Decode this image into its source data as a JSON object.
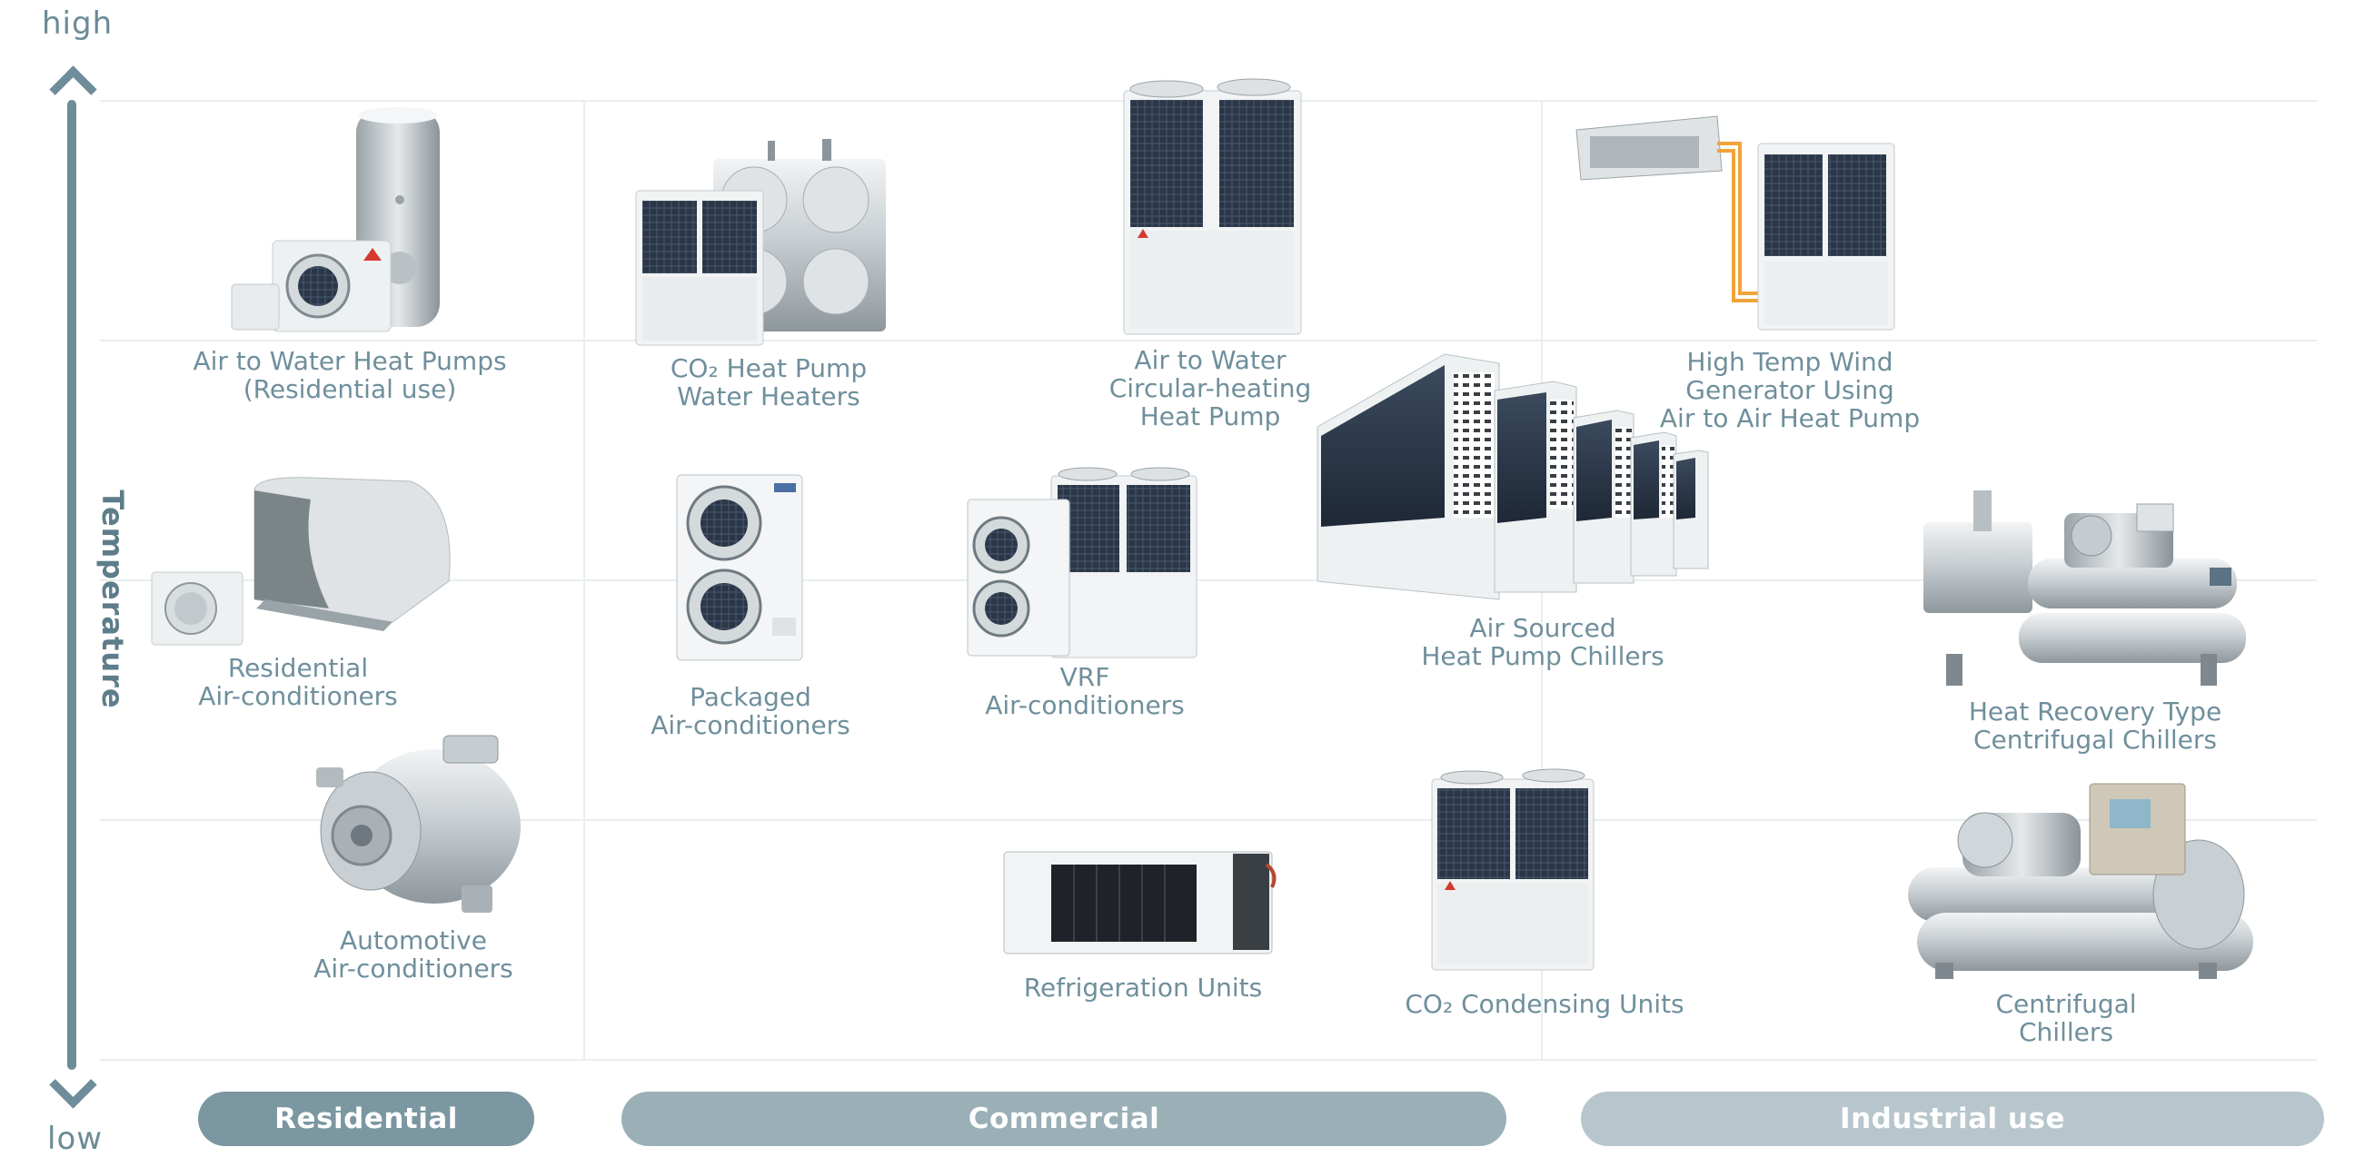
{
  "axis": {
    "label": "Temperature",
    "high": "high",
    "low": "low",
    "color": "#6e8c99"
  },
  "categories": [
    {
      "label": "Residential",
      "color": "#7b97a1"
    },
    {
      "label": "Commercial",
      "color": "#9bafb7"
    },
    {
      "label": "Industrial use",
      "color": "#b7c6cc"
    }
  ],
  "products": [
    {
      "name": "air-to-water-heat-pumps-residential",
      "lines": [
        "Air to Water Heat Pumps",
        "(Residential use)"
      ],
      "icon": "hot-water-tank-with-outdoor-unit-icon"
    },
    {
      "name": "co2-heat-pump-water-heaters",
      "lines": [
        "CO₂ Heat Pump",
        "Water Heaters"
      ],
      "icon": "heat-pump-with-storage-tanks-icon"
    },
    {
      "name": "air-to-water-circular-heating-heat-pump",
      "lines": [
        "Air to Water",
        "Circular-heating",
        "Heat Pump"
      ],
      "icon": "dual-fan-outdoor-unit-icon"
    },
    {
      "name": "high-temp-wind-generator",
      "lines": [
        "High Temp Wind",
        "Generator Using",
        "Air to Air Heat Pump"
      ],
      "icon": "ducted-unit-with-outdoor-unit-icon"
    },
    {
      "name": "residential-air-conditioners",
      "lines": [
        "Residential",
        "Air-conditioners"
      ],
      "icon": "split-wall-air-conditioner-icon"
    },
    {
      "name": "packaged-air-conditioners",
      "lines": [
        "Packaged",
        "Air-conditioners"
      ],
      "icon": "twin-fan-condenser-icon"
    },
    {
      "name": "vrf-air-conditioners",
      "lines": [
        "VRF",
        "Air-conditioners"
      ],
      "icon": "vrf-outdoor-units-icon"
    },
    {
      "name": "air-sourced-heat-pump-chillers",
      "lines": [
        "Air Sourced",
        "Heat Pump Chillers"
      ],
      "icon": "modular-chiller-row-icon"
    },
    {
      "name": "heat-recovery-centrifugal-chillers",
      "lines": [
        "Heat Recovery Type",
        "Centrifugal Chillers"
      ],
      "icon": "heat-recovery-chiller-icon"
    },
    {
      "name": "automotive-air-conditioners",
      "lines": [
        "Automotive",
        "Air-conditioners"
      ],
      "icon": "car-compressor-icon"
    },
    {
      "name": "refrigeration-units",
      "lines": [
        "Refrigeration Units"
      ],
      "icon": "transport-refrigeration-unit-icon"
    },
    {
      "name": "co2-condensing-units",
      "lines": [
        "CO₂ Condensing Units"
      ],
      "icon": "condensing-unit-icon"
    },
    {
      "name": "centrifugal-chillers",
      "lines": [
        "Centrifugal",
        "Chillers"
      ],
      "icon": "centrifugal-chiller-icon"
    }
  ]
}
